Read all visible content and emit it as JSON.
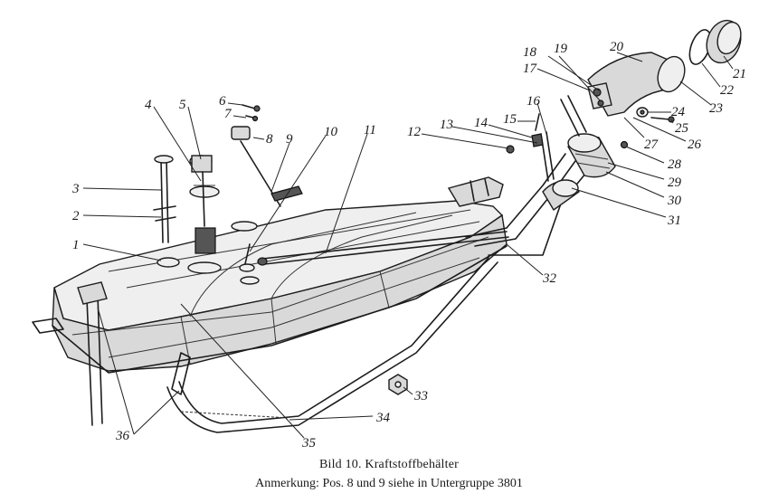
{
  "caption": {
    "title": "Bild 10. Kraftstoffbehälter",
    "note": "Anmerkung: Pos. 8 und 9 siehe in Untergruppe 3801"
  },
  "labels": [
    "1",
    "2",
    "3",
    "4",
    "5",
    "6",
    "7",
    "8",
    "9",
    "10",
    "11",
    "12",
    "13",
    "14",
    "15",
    "16",
    "17",
    "18",
    "19",
    "20",
    "21",
    "22",
    "23",
    "24",
    "25",
    "26",
    "27",
    "28",
    "29",
    "30",
    "31",
    "32",
    "33",
    "34",
    "35",
    "36"
  ]
}
